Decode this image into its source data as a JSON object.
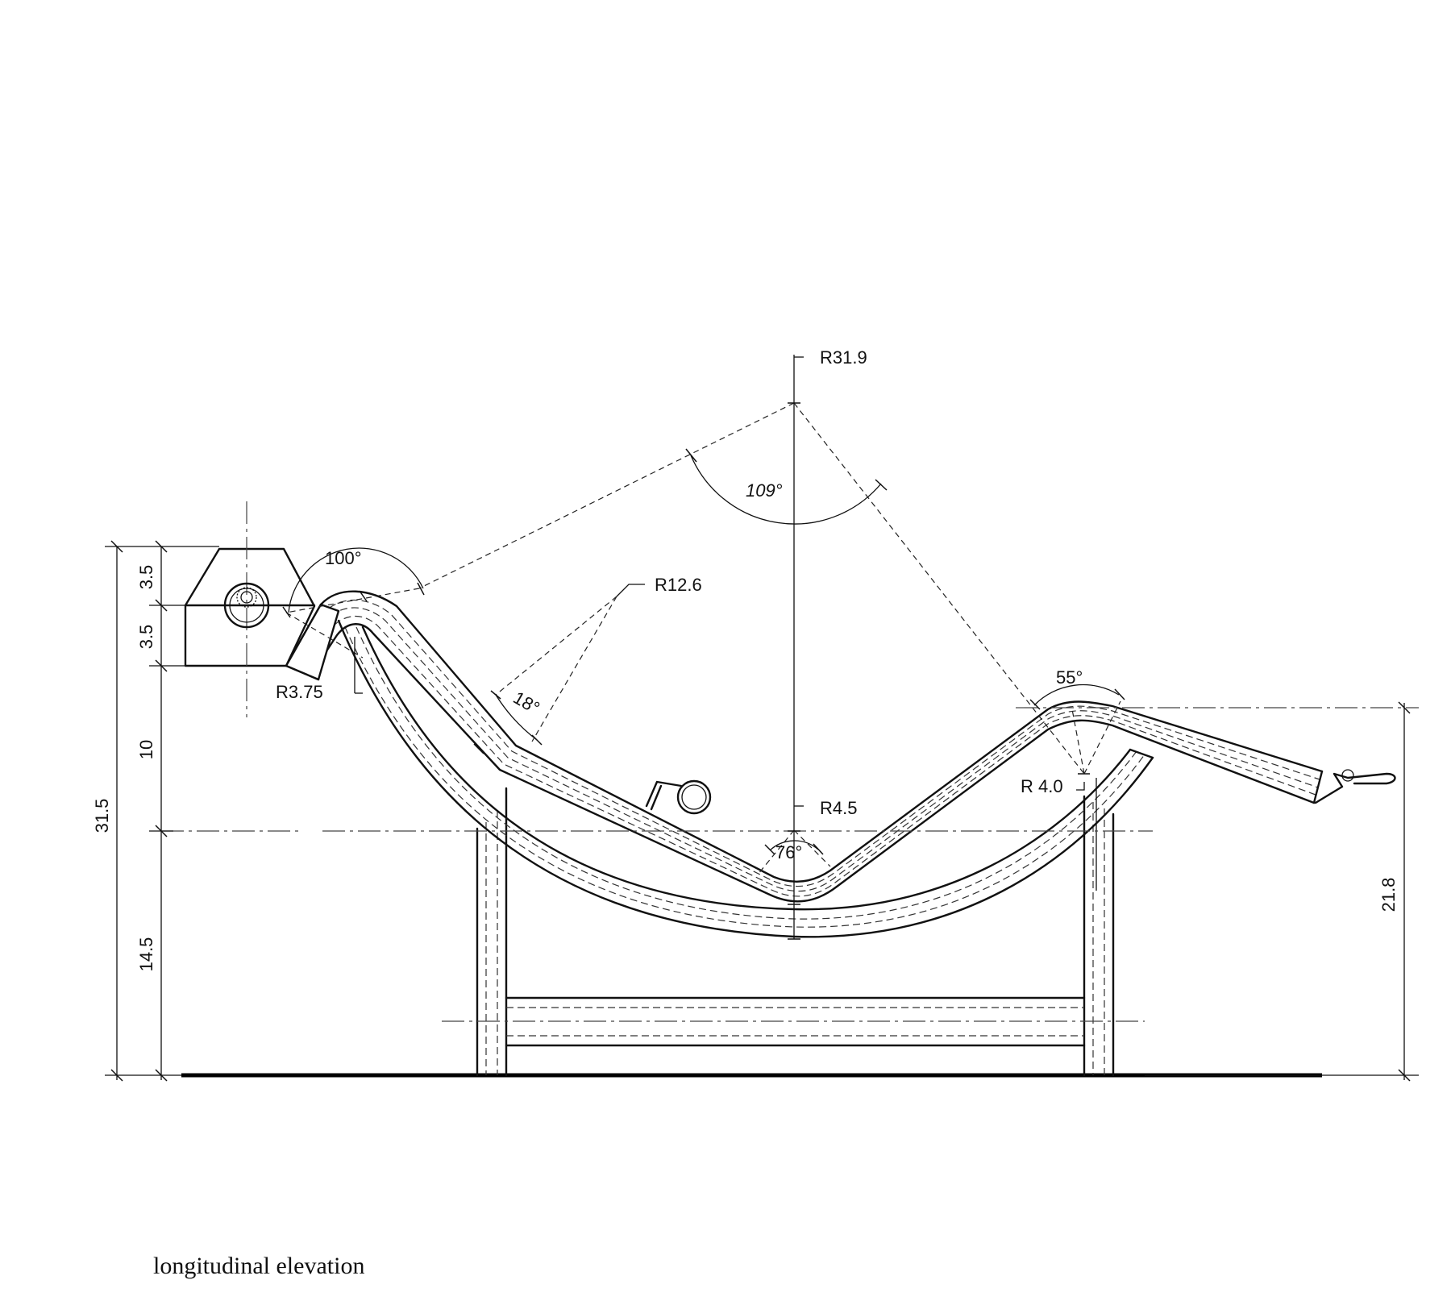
{
  "drawing": {
    "caption": "longitudinal elevation",
    "overall_height": "31.5",
    "height_segments": [
      "3.5",
      "3.5",
      "10",
      "14.5"
    ],
    "right_height": "21.8",
    "radii": {
      "main": "R31.9",
      "neck": "R12.6",
      "head": "R3.75",
      "seat": "R4.5",
      "knee": "R 4.0"
    },
    "angles": {
      "main": "109°",
      "head": "100°",
      "neck": "18°",
      "seat": "76°",
      "knee": "55°"
    }
  }
}
